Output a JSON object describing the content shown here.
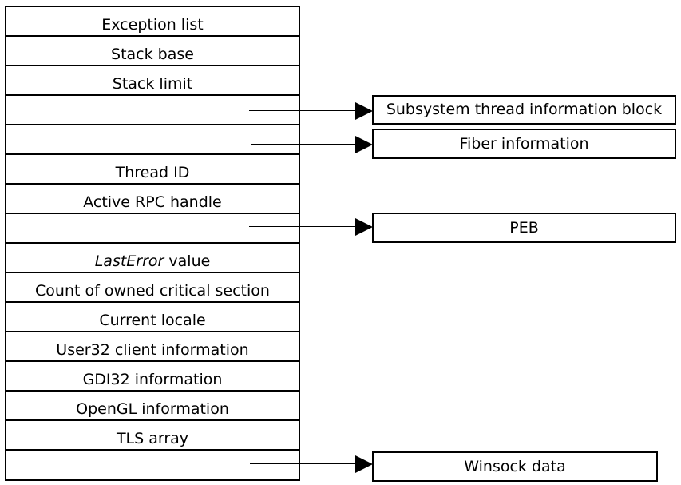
{
  "fields": [
    {
      "label": "Exception list"
    },
    {
      "label": "Stack base"
    },
    {
      "label": "Stack limit"
    },
    {
      "label": ""
    },
    {
      "label": ""
    },
    {
      "label": "Thread ID"
    },
    {
      "label": "Active RPC handle"
    },
    {
      "label": ""
    },
    {
      "label_italic": "LastError",
      "label_rest": " value"
    },
    {
      "label": "Count of owned critical section"
    },
    {
      "label": "Current locale"
    },
    {
      "label": "User32 client information"
    },
    {
      "label": "GDI32 information"
    },
    {
      "label": "OpenGL information"
    },
    {
      "label": "TLS array"
    },
    {
      "label": ""
    }
  ],
  "pointers": [
    {
      "label": "Subsystem thread information block"
    },
    {
      "label": "Fiber information"
    },
    {
      "label": "PEB"
    },
    {
      "label": "Winsock data"
    }
  ]
}
